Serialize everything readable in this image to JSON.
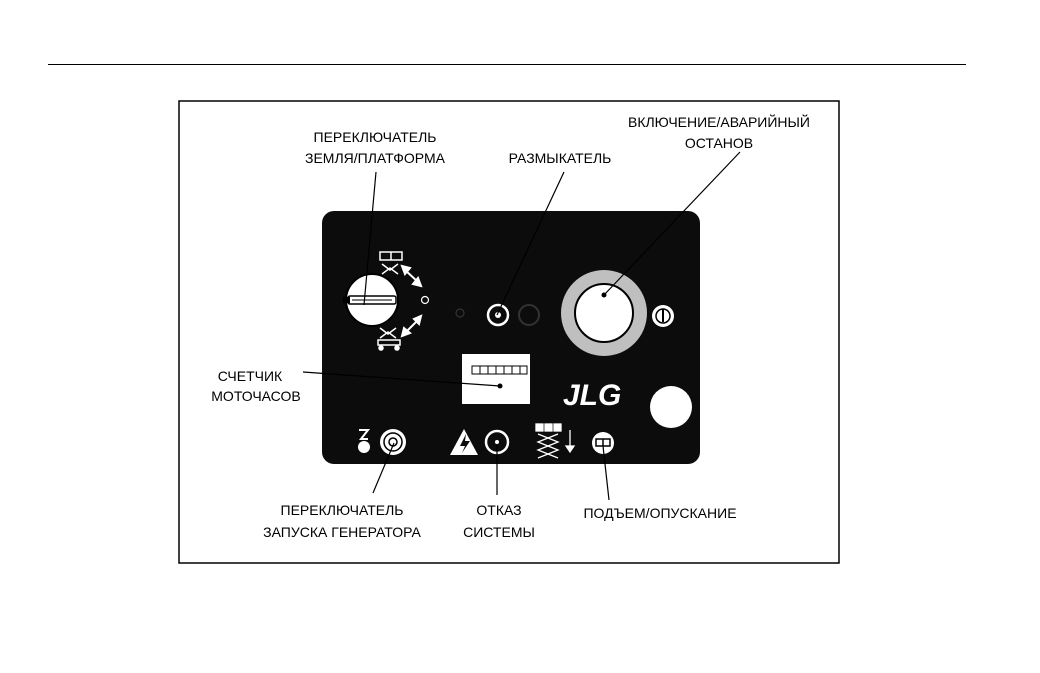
{
  "labels": {
    "ground_platform_switch": [
      "ПЕРЕКЛЮЧАТЕЛЬ",
      "ЗЕМЛЯ/ПЛАТФОРМА"
    ],
    "circuit_breaker": "РАЗМЫКАТЕЛЬ",
    "power_emergency_stop": [
      "ВКЛЮЧЕНИЕ/АВАРИЙНЫЙ",
      "ОСТАНОВ"
    ],
    "hour_meter": [
      "СЧЕТЧИК",
      "МОТОЧАСОВ"
    ],
    "generator_start_switch": [
      "ПЕРЕКЛЮЧАТЕЛЬ",
      "ЗАПУСКА ГЕНЕРАТОРА"
    ],
    "system_fault": [
      "ОТКАЗ",
      "СИСТЕМЫ"
    ],
    "lift_lower": "ПОДЪЕМ/ОПУСКАНИЕ"
  },
  "panel": {
    "brand": "JLG"
  },
  "colors": {
    "panel": "#0c0c0c",
    "frame": "#000000",
    "estop_ring": "#bfbfbf",
    "white": "#ffffff"
  }
}
